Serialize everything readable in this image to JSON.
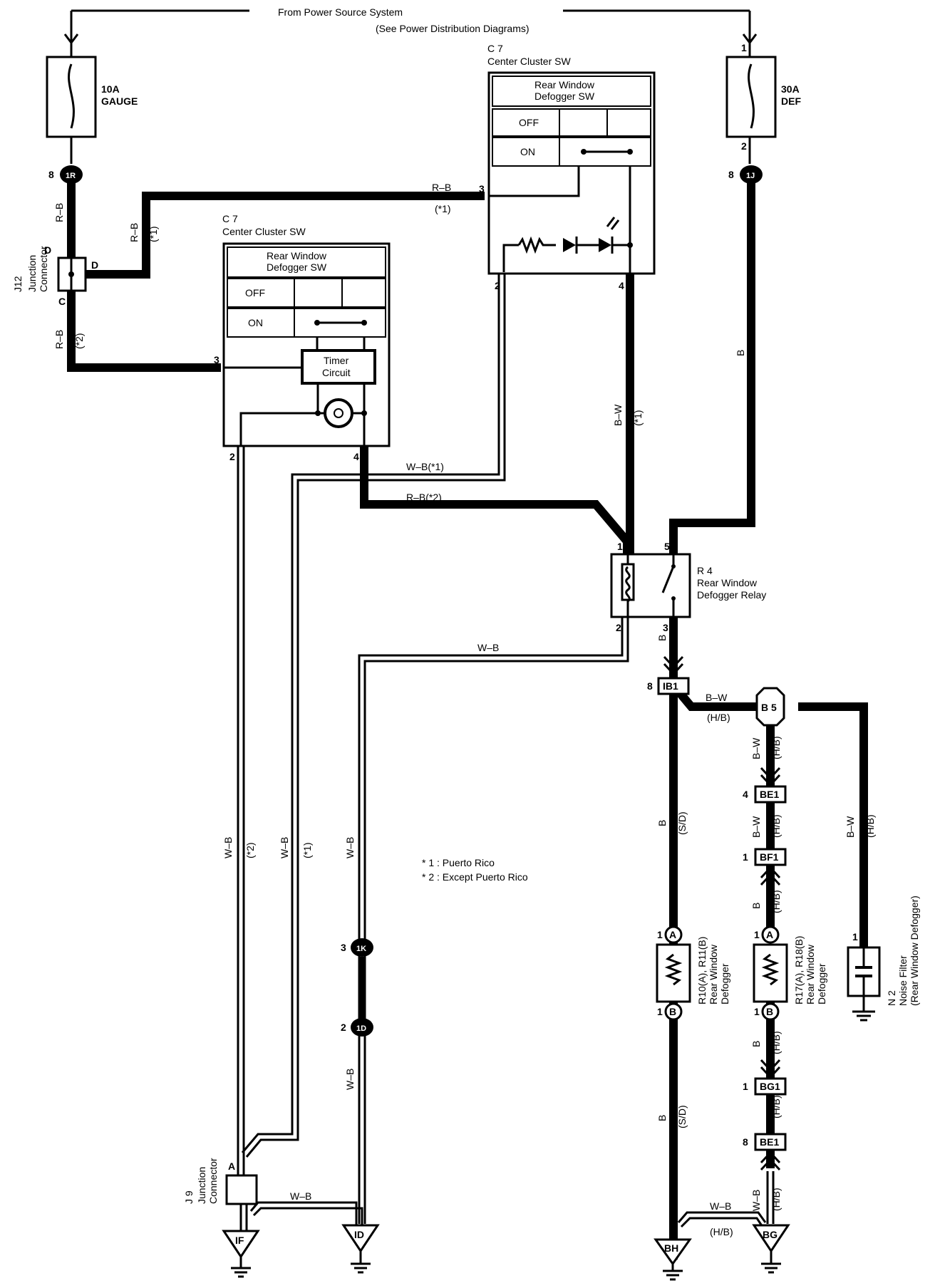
{
  "power": {
    "title": "From Power Source System",
    "subtitle": "(See Power Distribution Diagrams)"
  },
  "fuses": {
    "gauge": {
      "line1": "10A",
      "line2": "GAUGE"
    },
    "def": {
      "line1": "30A",
      "line2": "DEF",
      "pin_top": "1",
      "pin_bottom": "2"
    }
  },
  "connectors": {
    "c1r": {
      "label": "1R",
      "pin": "8"
    },
    "c1j": {
      "label": "1J",
      "pin": "8"
    },
    "c1k": {
      "label": "1K",
      "pin": "3"
    },
    "c1d": {
      "label": "1D",
      "pin": "2"
    },
    "ib1": {
      "label": "IB1",
      "pin": "8"
    },
    "be1_top": {
      "label": "BE1",
      "pin": "4"
    },
    "bf1": {
      "label": "BF1",
      "pin": "1"
    },
    "bg1": {
      "label": "BG1",
      "pin": "1"
    },
    "be1_bottom": {
      "label": "BE1",
      "pin": "8"
    },
    "b5": {
      "label": "B 5"
    }
  },
  "j12": {
    "id": "J12",
    "name1": "Junction",
    "name2": "Connector",
    "pin_d_top": "D",
    "pin_d_right": "D",
    "pin_c": "C"
  },
  "j9": {
    "id": "J 9",
    "name1": "Junction",
    "name2": "Connector",
    "pin_a": "A"
  },
  "switch_upper": {
    "id": "C 7",
    "name": "Center Cluster SW",
    "title1": "Rear Window",
    "title2": "Defogger SW",
    "off": "OFF",
    "on": "ON",
    "pin_3": "3",
    "pin_2": "2",
    "pin_4": "4"
  },
  "switch_lower": {
    "id": "C 7",
    "name": "Center Cluster SW",
    "title1": "Rear Window",
    "title2": "Defogger SW",
    "off": "OFF",
    "on": "ON",
    "timer1": "Timer",
    "timer2": "Circuit",
    "pin_3": "3",
    "pin_2": "2",
    "pin_4": "4"
  },
  "relay": {
    "id": "R 4",
    "name1": "Rear Window",
    "name2": "Defogger Relay",
    "pin_1": "1",
    "pin_5": "5",
    "pin_2": "2",
    "pin_3": "3"
  },
  "defogger_a": {
    "line1": "R10(A), R11(B)",
    "line2": "Rear Window",
    "line3": "Defogger",
    "pin_a": "1",
    "pin_b": "1",
    "a": "A",
    "b": "B"
  },
  "defogger_b": {
    "line1": "R17(A), R18(B)",
    "line2": "Rear Window",
    "line3": "Defogger",
    "pin_a": "1",
    "pin_b": "1",
    "a": "A",
    "b": "B"
  },
  "noise_filter": {
    "id": "N 2",
    "line1": "Noise Filter",
    "line2": "(Rear Window Defogger)",
    "pin": "1"
  },
  "grounds": {
    "if": "IF",
    "id": "ID",
    "bh": "BH",
    "bg": "BG"
  },
  "wires": {
    "rb": "R–B",
    "rb_1": "(*1)",
    "rb_2": "(*2)",
    "wb_1": "W–B(*1)",
    "rb2": "R–B(*2)",
    "bw": "B–W",
    "bw_1": "(*1)",
    "b": "B",
    "wb": "W–B",
    "w_b_2": "(*2)",
    "w_b_1": "(*1)",
    "hb": "(H/B)",
    "sd": "(S/D)"
  },
  "notes": {
    "n1": "* 1 : Puerto Rico",
    "n2": "* 2 : Except Puerto Rico"
  }
}
